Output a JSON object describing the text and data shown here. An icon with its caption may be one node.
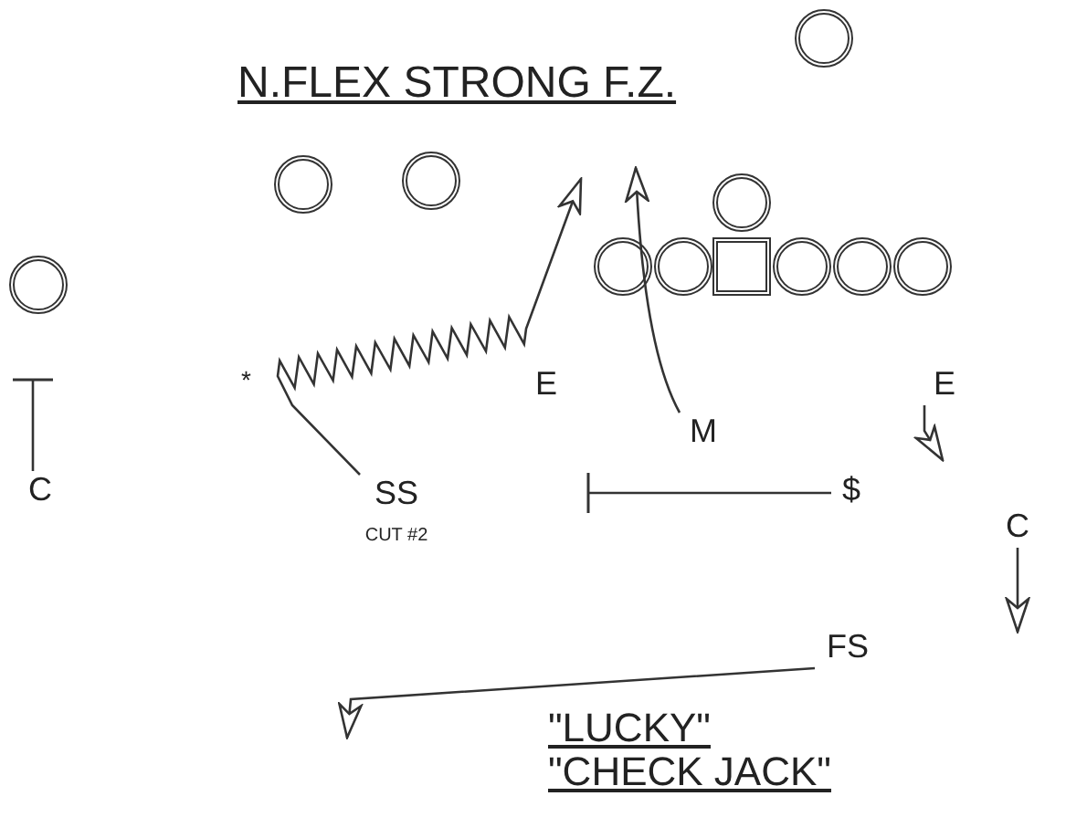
{
  "diagram": {
    "title": "N.FLEX STRONG F.Z.",
    "nodes": [
      {
        "text": [],
        "shape": "circle"
      },
      {
        "text": [],
        "shape": "circle"
      },
      {
        "text": [],
        "shape": "circle"
      },
      {
        "text": [],
        "shape": "circle"
      },
      {
        "text": [],
        "shape": "circle"
      },
      {
        "text": [],
        "shape": "circle"
      },
      {
        "text": [],
        "shape": "box"
      },
      {
        "text": [],
        "shape": "circle"
      },
      {
        "text": [],
        "shape": "circle"
      },
      {
        "text": [],
        "shape": "circle"
      },
      {
        "text": [],
        "shape": "circle"
      },
      {
        "text": [
          "E"
        ]
      },
      {
        "text": [
          "E"
        ]
      },
      {
        "text": [
          "M"
        ]
      },
      {
        "text": [
          "C"
        ]
      },
      {
        "text": [
          "SS"
        ],
        "beside": [
          "CUT #2"
        ]
      },
      {
        "text": [
          "$"
        ]
      },
      {
        "text": [
          "C"
        ]
      },
      {
        "text": [
          "FS"
        ]
      }
    ],
    "edges": [
      {
        "from": 14,
        "to": null,
        "arrow": "other"
      },
      {
        "from": 15,
        "to": null,
        "arrow": "to"
      },
      {
        "from": 13,
        "to": null,
        "arrow": "to"
      },
      {
        "from": 12,
        "to": null,
        "arrow": "to"
      },
      {
        "from": 16,
        "to": null,
        "arrow": "other"
      },
      {
        "from": 17,
        "to": null,
        "arrow": "to"
      },
      {
        "from": 18,
        "to": null,
        "arrow": "to"
      }
    ],
    "labels": [
      "*",
      "\"LUCKY\"",
      "\"CHECK JACK\""
    ]
  }
}
